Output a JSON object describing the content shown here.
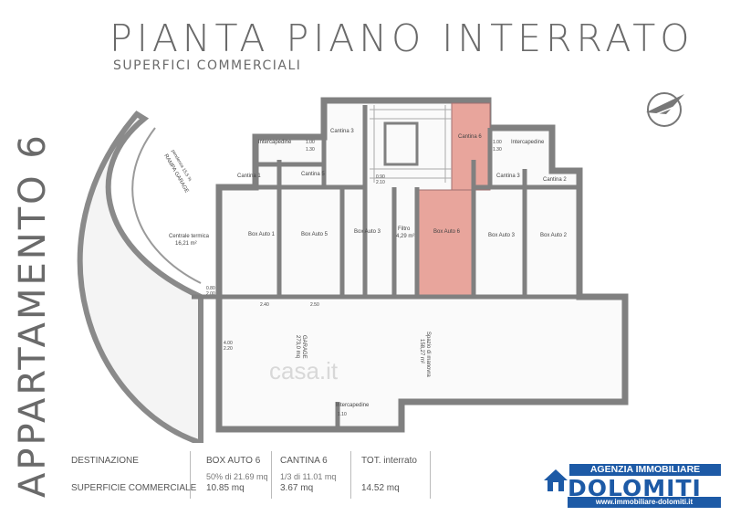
{
  "header": {
    "side_title": "APPARTAMENTO  6",
    "title": "PIANTA PIANO INTERRATO",
    "subtitle": "SUPERFICI COMMERCIALI"
  },
  "plan": {
    "rooms": {
      "cantina3_top": "Cantina 3",
      "intercapedine_left": "Intercapedine",
      "intercapedine_right": "Intercapedine",
      "intercapedine_bottom": "Intercapedine",
      "cantina6": "Cantina 6",
      "cantina1": "Cantina 1",
      "cantina5": "Cantina 5",
      "cantina3_right": "Cantina 3",
      "cantina2": "Cantina 2",
      "centrale_termica": "Centrale termica",
      "centrale_area": "16,21 m²",
      "box1": "Box Auto 1",
      "box5": "Box Auto 5",
      "box3_left": "Box Auto 3",
      "filtro": "Filtro",
      "filtro_area": "4,29 m²",
      "box6": "Box Auto 6",
      "box3_right": "Box Auto 3",
      "box2": "Box Auto 2",
      "garage": "GARAGE",
      "garage_sub": "273,0 mq",
      "spazio": "Spazio di manovra",
      "spazio_area": "158,27 m²",
      "rampa": "RAMPA GARAGE",
      "rampa_sub": "pendenza 15,5 %",
      "watermark": "casa.it"
    },
    "dims": {
      "d100": "1.00",
      "d130": "1.30",
      "d090": "0.90",
      "d210": "2.10",
      "d080": "0.80",
      "d200": "2.00",
      "d250": "2.50",
      "d240": "2.40",
      "d400": "4.00",
      "d220": "2.20",
      "d110": "1.10"
    }
  },
  "summary": {
    "label_dest": "DESTINAZIONE",
    "label_sup": "SUPERFICIE COMMERCIALE",
    "col1_head": "BOX AUTO 6",
    "col1_calc": "50% di 21.69 mq",
    "col1_value": "10.85 mq",
    "col2_head": "CANTINA 6",
    "col2_calc": "1/3 di 11.01 mq",
    "col2_value": "3.67 mq",
    "col3_head": "TOT. interrato",
    "col3_value": "14.52 mq"
  },
  "logo": {
    "top": "AGENZIA IMMOBILIARE",
    "main": "DOLOMITI",
    "url": "www.immobiliare-dolomiti.it"
  },
  "colors": {
    "highlight": "#e8a59c",
    "wall": "#7f7f7f",
    "brand": "#1d5aa6"
  }
}
